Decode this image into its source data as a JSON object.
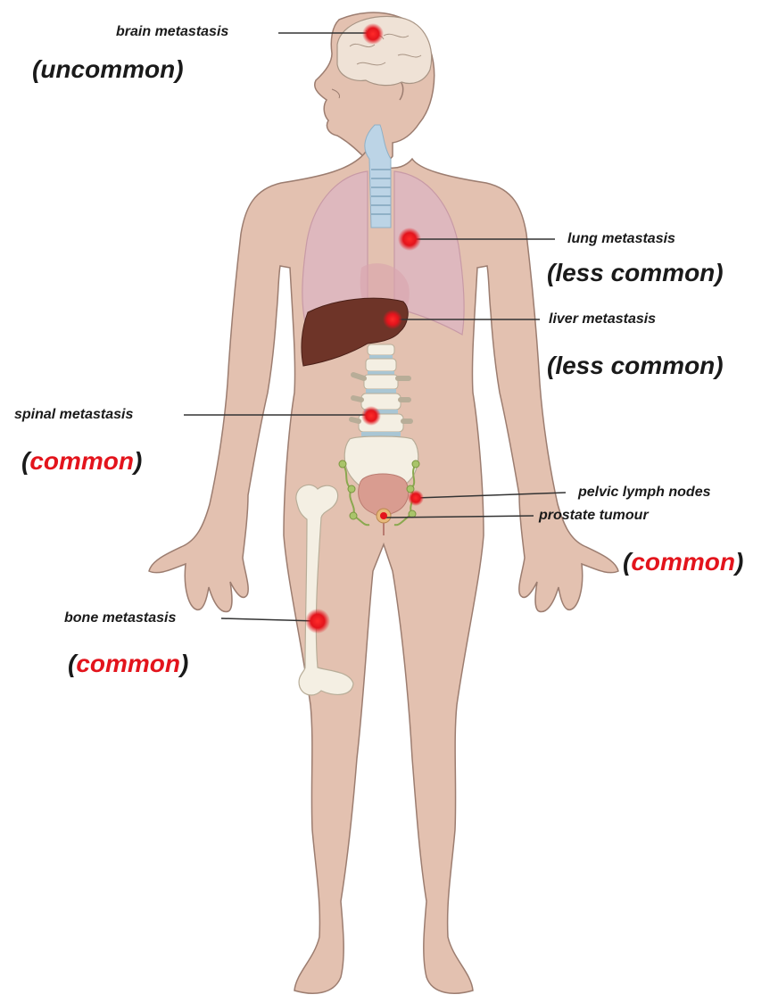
{
  "colors": {
    "skin": "#e3c1b0",
    "skin_outline": "#9c7d70",
    "lung": "#ddb6c1",
    "liver": "#6e3428",
    "bone": "#f4efe3",
    "disc": "#a9c6d4",
    "trachea": "#bcd4e6",
    "bladder": "#d99c90",
    "lymph": "#a9c46a",
    "metastasis_dot": "#e3141c",
    "highlight_text": "#e3141c",
    "label_text": "#1a1a1a",
    "leader_line": "#333333"
  },
  "labels": {
    "brain": "brain metastasis",
    "brain_freq": "(uncommon)",
    "lung": "lung metastasis",
    "lung_freq": "(less common)",
    "liver": "liver metastasis",
    "liver_freq": "(less common)",
    "spinal": "spinal metastasis",
    "spinal_freq": {
      "open": "(",
      "word": "common",
      "close": ")"
    },
    "pelvic": "pelvic lymph nodes",
    "prostate": "prostate tumour",
    "pelvic_freq": {
      "open": "(",
      "word": "common",
      "close": ")"
    },
    "bone": "bone metastasis",
    "bone_freq": {
      "open": "(",
      "word": "common",
      "close": ")"
    }
  }
}
